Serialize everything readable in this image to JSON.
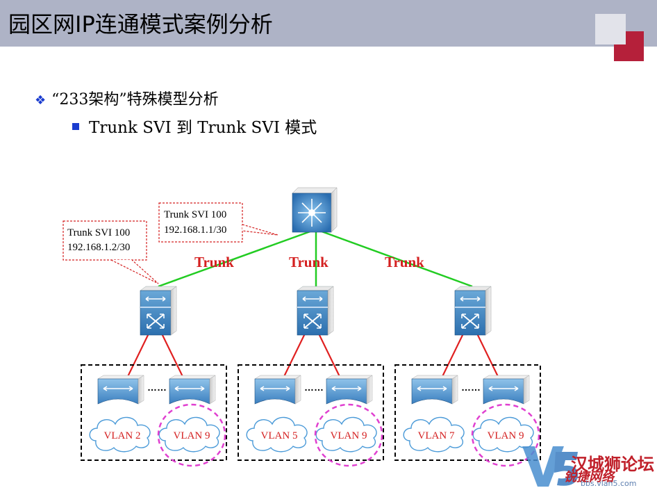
{
  "slide": {
    "title": "园区网IP连通模式案例分析",
    "bullet_level1_marker": "❖",
    "bullet_level1": "“233架构”特殊模型分析",
    "bullet_level2": "Trunk SVI 到 Trunk SVI 模式"
  },
  "diagram": {
    "callouts": [
      {
        "line1": "Trunk SVI 100",
        "line2": "192.168.1.1/30"
      },
      {
        "line1": "Trunk SVI 100",
        "line2": "192.168.1.2/30"
      }
    ],
    "trunk_labels": [
      "Trunk",
      "Trunk",
      "Trunk"
    ],
    "groups": [
      {
        "vlan_a": "VLAN 2",
        "vlan_b": "VLAN 9",
        "dots": "……"
      },
      {
        "vlan_a": "VLAN 5",
        "vlan_b": "VLAN 9",
        "dots": "……"
      },
      {
        "vlan_a": "VLAN 7",
        "vlan_b": "VLAN 9",
        "dots": "……"
      }
    ]
  },
  "watermark": {
    "logo": "V5",
    "cn_line1": "汉城狮论坛",
    "cn_line2": "锐捷网络",
    "url": "bbs.vlan5.com"
  },
  "colors": {
    "title_bar": "#aeb3c6",
    "accent_red": "#b5203a",
    "bullet_blue": "#1a3ccf",
    "trunk_line": "#22cc22",
    "access_line": "#e02020",
    "label_red": "#d42020",
    "vlan_circle": "#e040d0"
  }
}
